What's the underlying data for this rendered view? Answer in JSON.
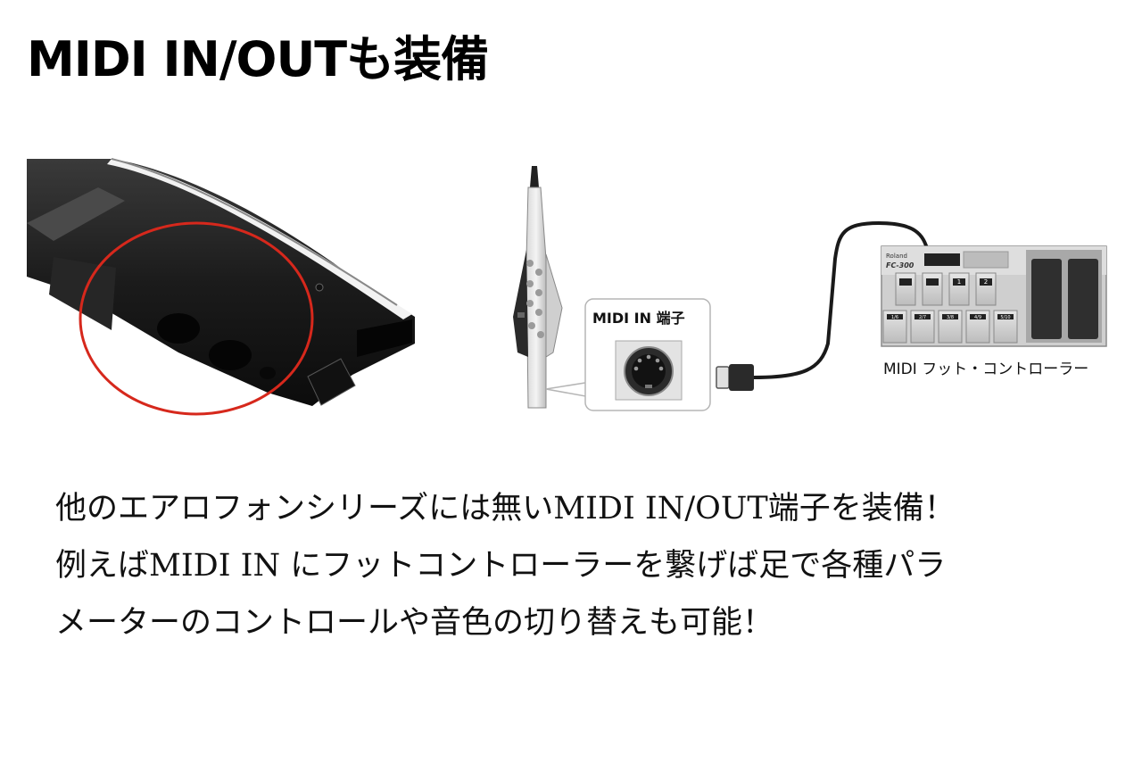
{
  "title": "MIDI IN/OUTも装備",
  "figure": {
    "callout_label": "MIDI IN 端子",
    "controller_label": "MIDI フット・コントローラー",
    "controller_brand": "Roland",
    "controller_model": "FC-300",
    "pedal_top_labels": [
      "1",
      "2"
    ],
    "pedal_bottom_labels": [
      "1/6",
      "2/7",
      "3/8",
      "4/9",
      "5/10"
    ]
  },
  "body": {
    "lines": [
      "他のエアロフォンシリーズには無いMIDI IN/OUT端子を装備！",
      "例えばMIDI IN にフットコントローラーを繋げば足で各種パラ",
      "メーターのコントロールや音色の切り替えも可能！"
    ]
  }
}
